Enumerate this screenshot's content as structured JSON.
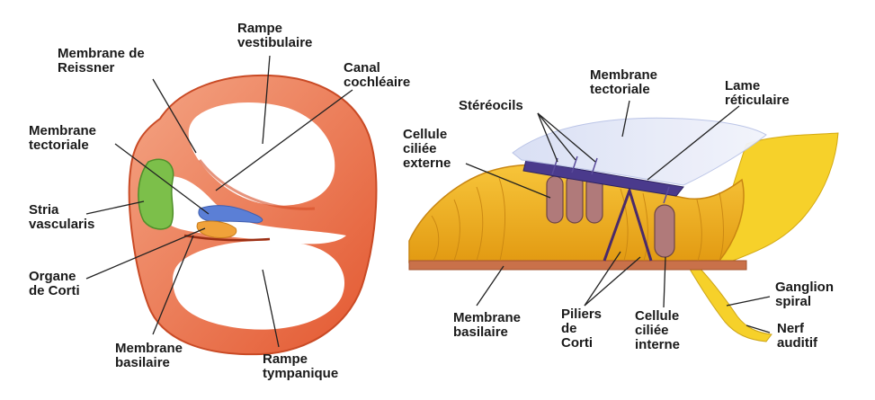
{
  "left_panel": {
    "labels": {
      "membrane_reissner": [
        "Membrane de",
        "Reissner"
      ],
      "rampe_vestibulaire": [
        "Rampe",
        "vestibulaire"
      ],
      "canal_cochleaire": [
        "Canal",
        "cochléaire"
      ],
      "membrane_tectoriale": [
        "Membrane",
        "tectoriale"
      ],
      "stria_vascularis": [
        "Stria",
        "vascularis"
      ],
      "organe_corti": [
        "Organe",
        "de Corti"
      ],
      "membrane_basilaire": [
        "Membrane",
        "basilaire"
      ],
      "rampe_tympanique": [
        "Rampe",
        "tympanique"
      ]
    }
  },
  "right_panel": {
    "labels": {
      "stereocils": [
        "Stéréocils"
      ],
      "membrane_tectoriale": [
        "Membrane",
        "tectoriale"
      ],
      "lame_reticulaire": [
        "Lame",
        "réticulaire"
      ],
      "cellule_ciliee_externe": [
        "Cellule",
        "ciliée",
        "externe"
      ],
      "membrane_basilaire": [
        "Membrane",
        "basilaire"
      ],
      "piliers_corti": [
        "Piliers",
        "de",
        "Corti"
      ],
      "cellule_ciliee_interne": [
        "Cellule",
        "ciliée",
        "interne"
      ],
      "ganglion_spiral": [
        "Ganglion",
        "spiral"
      ],
      "nerf_auditif": [
        "Nerf",
        "auditif"
      ]
    }
  },
  "colors": {
    "duct_wall": "#e8643a",
    "duct_fill": "#f7b89c",
    "stria": "#7cbf4a",
    "tectorial": "#5b7fd6",
    "cells": "#f2b21c",
    "hair_cell": "#b07a7a",
    "tectorial_sheet": "#dfe4f5"
  }
}
